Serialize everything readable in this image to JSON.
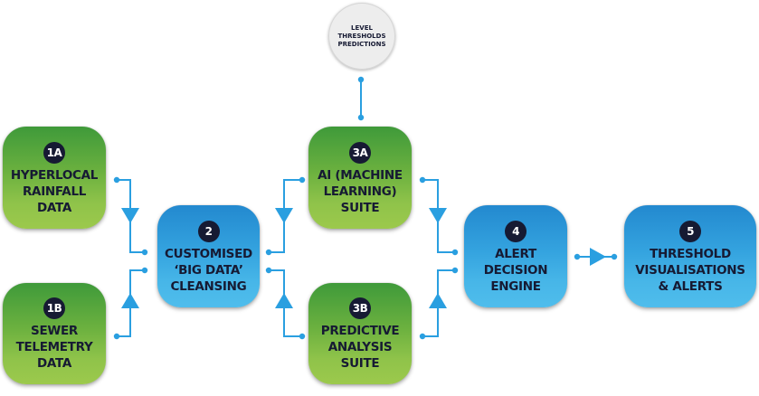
{
  "colors": {
    "connector": "#2a9fe0",
    "green_top": "#3f9a3a",
    "green_bottom": "#9cc94c",
    "blue_top": "#2389cf",
    "blue_bottom": "#4fbdec",
    "text_dark": "#161a33",
    "circle_fill": "#ededed"
  },
  "top_circle": {
    "lines": [
      "LEVEL",
      "THRESHOLDS",
      "PREDICTIONS"
    ]
  },
  "nodes": [
    {
      "id": "1A",
      "badge": "1A",
      "lines": [
        "HYPERLOCAL",
        "RAINFALL",
        "DATA"
      ],
      "color": "green"
    },
    {
      "id": "1B",
      "badge": "1B",
      "lines": [
        "SEWER",
        "TELEMETRY",
        "DATA"
      ],
      "color": "green"
    },
    {
      "id": "2",
      "badge": "2",
      "lines": [
        "CUSTOMISED",
        "‘BIG DATA’",
        "CLEANSING"
      ],
      "color": "blue"
    },
    {
      "id": "3A",
      "badge": "3A",
      "lines": [
        "AI (MACHINE",
        "LEARNING)",
        "SUITE"
      ],
      "color": "green"
    },
    {
      "id": "3B",
      "badge": "3B",
      "lines": [
        "PREDICTIVE",
        "ANALYSIS",
        "SUITE"
      ],
      "color": "green"
    },
    {
      "id": "4",
      "badge": "4",
      "lines": [
        "ALERT",
        "DECISION",
        "ENGINE"
      ],
      "color": "blue"
    },
    {
      "id": "5",
      "badge": "5",
      "lines": [
        "THRESHOLD",
        "VISUALISATIONS",
        "& ALERTS"
      ],
      "color": "blue"
    }
  ],
  "edges": [
    {
      "from": "1A",
      "to": "2",
      "direction": "down"
    },
    {
      "from": "1B",
      "to": "2",
      "direction": "up"
    },
    {
      "from": "2",
      "to": "3A",
      "direction": "up"
    },
    {
      "from": "2",
      "to": "3B",
      "direction": "down"
    },
    {
      "from": "3A",
      "to": "4",
      "direction": "down"
    },
    {
      "from": "3B",
      "to": "4",
      "direction": "up"
    },
    {
      "from": "4",
      "to": "5",
      "direction": "right"
    },
    {
      "from": "level-thresholds-predictions",
      "to": "3A",
      "direction": "none"
    }
  ]
}
